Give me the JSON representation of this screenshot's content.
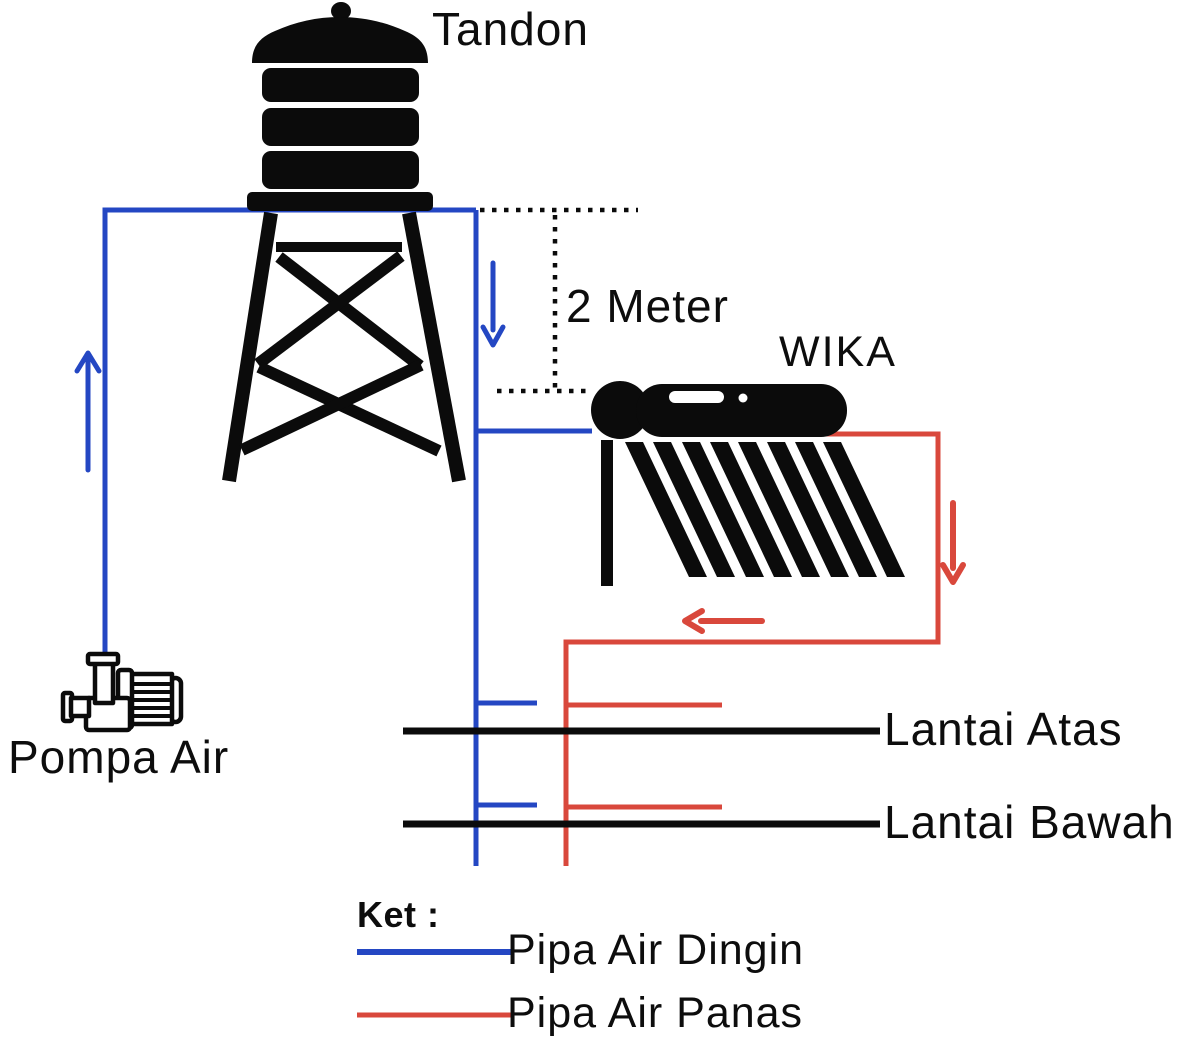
{
  "diagram": {
    "labels": {
      "tandon": "Tandon",
      "two_meter": "2 Meter",
      "wika": "WIKA",
      "pompa_air": "Pompa Air",
      "lantai_atas": "Lantai Atas",
      "lantai_bawah": "Lantai Bawah"
    },
    "legend": {
      "heading": "Ket :",
      "cold_label": "Pipa Air Dingin",
      "hot_label": "Pipa Air Panas"
    },
    "colors": {
      "cold_pipe": "#2447c3",
      "hot_pipe": "#d9483c",
      "line": "#0b0b0b",
      "background": "#ffffff"
    }
  }
}
